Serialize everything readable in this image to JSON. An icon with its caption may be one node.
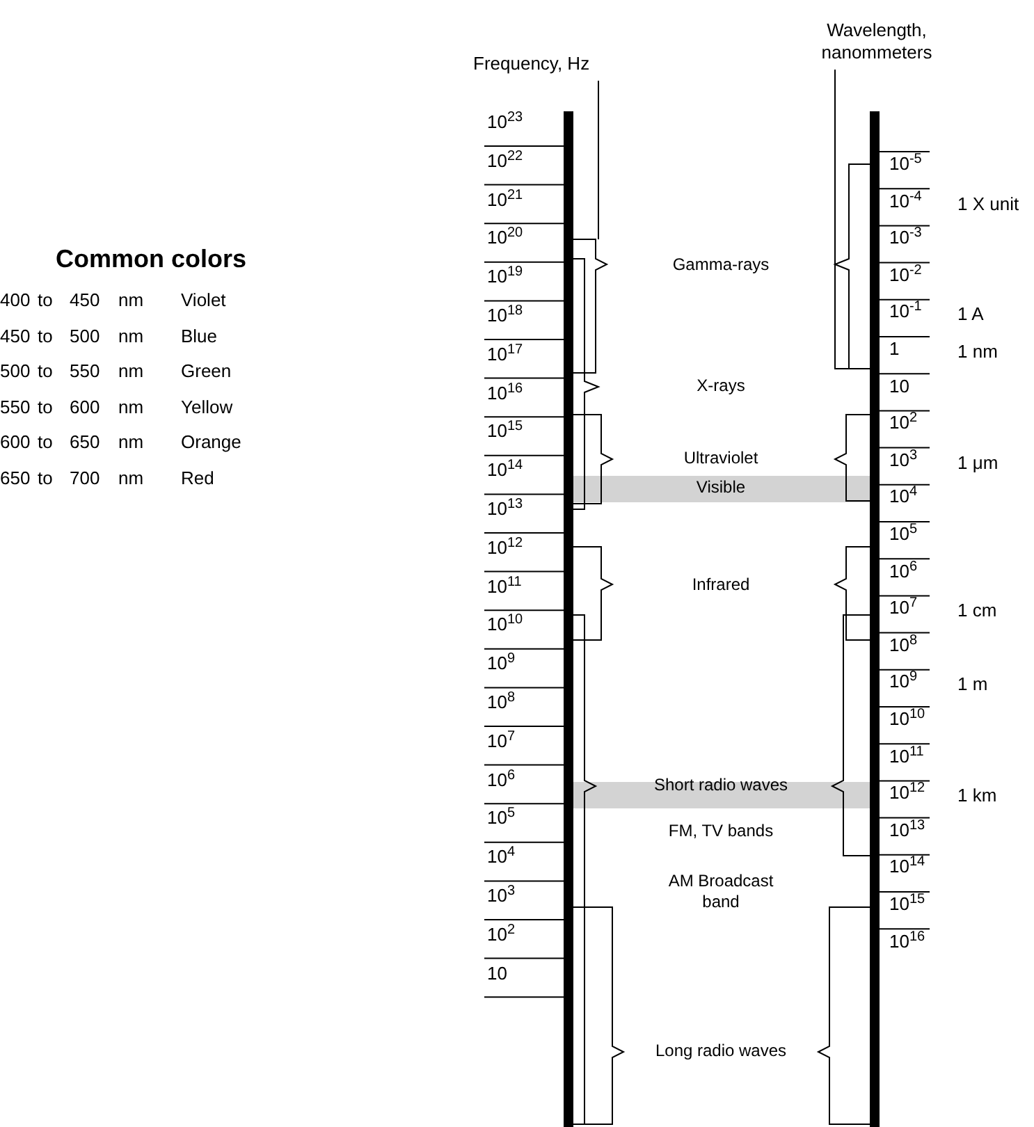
{
  "diagram": {
    "labels": [
      "Frequency, Hz",
      "Wavelength, nanommeters",
      "Common colors",
      "400",
      "to",
      "450",
      "nm",
      "Violet",
      "450",
      "to",
      "500",
      "nm",
      "Blue",
      "500",
      "to",
      "550",
      "nm",
      "Green",
      "550",
      "to",
      "600",
      "nm",
      "Yellow",
      "600",
      "to",
      "650",
      "nm",
      "Orange",
      "650",
      "to",
      "700",
      "nm",
      "Red",
      "10$^{23}$",
      "10$^{22}$",
      "10$^{21}$",
      "10$^{20}$",
      "10$^{19}$",
      "10$^{18}$",
      "10$^{17}$",
      "10$^{16}$",
      "10$^{15}$",
      "10$^{14}$",
      "10$^{13}$",
      "10$^{12}$",
      "10$^{11}$",
      "10$^{10}$",
      "10$^{9}$",
      "10$^{8}$",
      "10$^{7}$",
      "10$^{6}$",
      "10$^{5}$",
      "10$^{4}$",
      "10$^{3}$",
      "10$^{2}$",
      "10",
      "10$^{-5}$",
      "10$^{-4}$",
      "10$^{-3}$",
      "10$^{-2}$",
      "10$^{-1}$",
      "1",
      "10",
      "10$^{2}$",
      "10$^{3}$",
      "10$^{4}$",
      "10$^{5}$",
      "10$^{6}$",
      "10$^{7}$",
      "10$^{8}$",
      "10$^{9}$",
      "10$^{10}$",
      "10$^{11}$",
      "10$^{12}$",
      "10$^{13}$",
      "10$^{14}$",
      "10$^{15}$",
      "10$^{16}$",
      "1 X unit",
      "1 A",
      "1 nm",
      "1 μm",
      "1 cm",
      "1 m",
      "1 km",
      "Gamma-rays",
      "X-rays",
      "Ultraviolet",
      "Visible",
      "Infrared",
      "Short radio waves",
      "FM, TV bands",
      "AM Broadcast band",
      "Long radio waves"
    ]
  }
}
